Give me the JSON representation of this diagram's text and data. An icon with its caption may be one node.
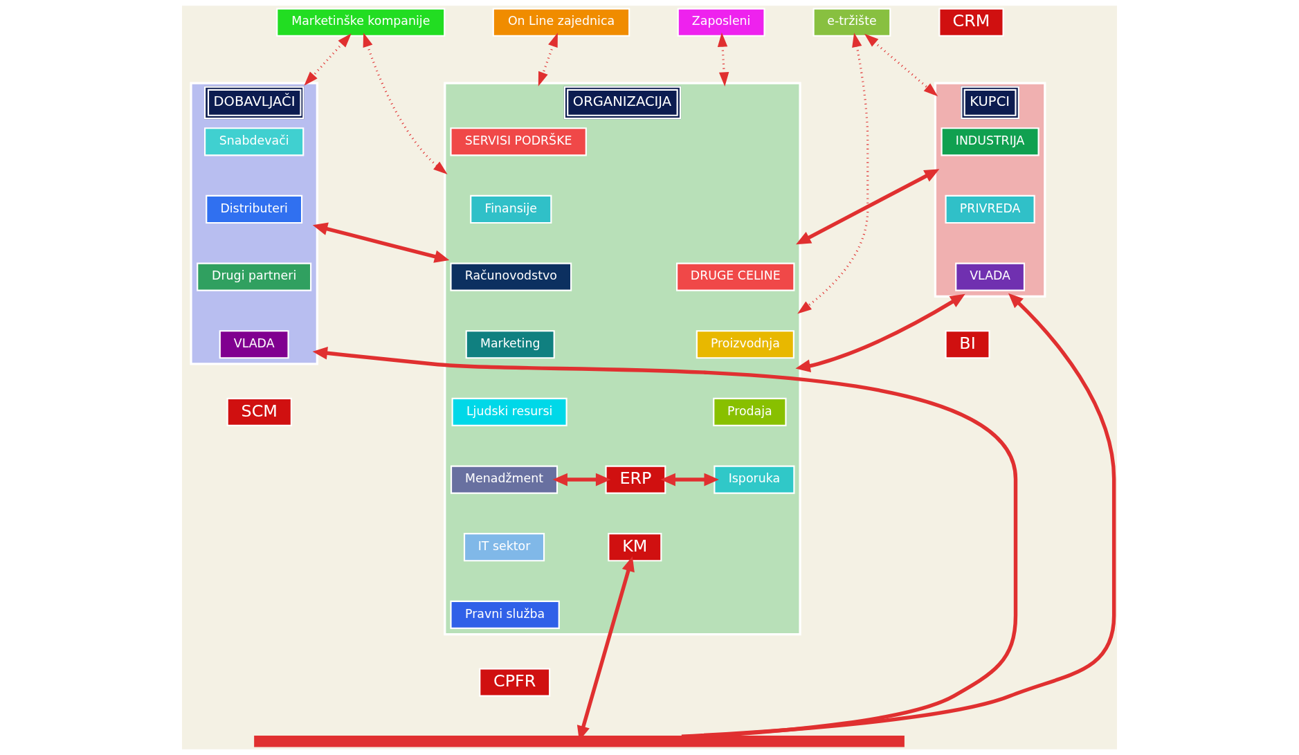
{
  "diagram": {
    "nodes": [
      {
        "text": [
          "Marketinške kompanije"
        ]
      },
      {
        "text": [
          "On Line zajednica"
        ]
      },
      {
        "text": [
          "Zaposleni"
        ]
      },
      {
        "text": [
          "e-tržište"
        ]
      },
      {
        "text": [
          "DOBAVLJAČI"
        ]
      },
      {
        "text": [
          "Snabdevači"
        ],
        "in": 4
      },
      {
        "text": [
          "Distributeri"
        ],
        "in": 4
      },
      {
        "text": [
          "Drugi partneri"
        ],
        "in": 4
      },
      {
        "text": [
          "VLADA"
        ],
        "in": 4
      },
      {
        "text": [
          "ORGANIZACIJA"
        ]
      },
      {
        "text": [
          "SERVISI PODRŠKE"
        ],
        "in": 9
      },
      {
        "text": [
          "Finansije"
        ],
        "in": 9
      },
      {
        "text": [
          "Računovodstvo"
        ],
        "in": 9
      },
      {
        "text": [
          "Marketing"
        ],
        "in": 9
      },
      {
        "text": [
          "Ljudski resursi"
        ],
        "in": 9
      },
      {
        "text": [
          "Menadžment"
        ],
        "in": 9
      },
      {
        "text": [
          "IT sektor"
        ],
        "in": 9
      },
      {
        "text": [
          "Pravni služba"
        ],
        "in": 9
      },
      {
        "text": [
          "ERP"
        ],
        "in": 9
      },
      {
        "text": [
          "DRUGE CELINE"
        ],
        "in": 9
      },
      {
        "text": [
          "Proizvodnja"
        ],
        "in": 9
      },
      {
        "text": [
          "Prodaja"
        ],
        "in": 9
      },
      {
        "text": [
          "Isporuka"
        ],
        "in": 9
      },
      {
        "text": [
          "KM"
        ],
        "in": 9
      },
      {
        "text": [
          "CRM"
        ]
      },
      {
        "text": [
          "KUPCI"
        ]
      },
      {
        "text": [
          "INDUSTRIJA"
        ],
        "in": 25
      },
      {
        "text": [
          "PRIVREDA"
        ],
        "in": 25
      },
      {
        "text": [
          "VLADA"
        ],
        "in": 25
      },
      {
        "text": [
          "SCM"
        ]
      },
      {
        "text": [
          "CPFR"
        ]
      },
      {
        "text": [
          "BI"
        ]
      },
      {
        "text": [],
        "shape": "bar"
      }
    ],
    "edges": [
      {
        "from": 0,
        "to": 4,
        "arrow": "both",
        "style": "dashed"
      },
      {
        "from": 0,
        "to": 9,
        "arrow": "both",
        "style": "dashed"
      },
      {
        "from": 1,
        "to": 9,
        "arrow": "both",
        "style": "dashed"
      },
      {
        "from": 2,
        "to": 9,
        "arrow": "both",
        "style": "dashed"
      },
      {
        "from": 3,
        "to": 9,
        "arrow": "both",
        "style": "dashed"
      },
      {
        "from": 3,
        "to": 25,
        "arrow": "both",
        "style": "dashed"
      },
      {
        "from": 9,
        "to": 25,
        "arrow": "both"
      },
      {
        "from": 15,
        "to": 18,
        "arrow": "both"
      },
      {
        "from": 18,
        "to": 22,
        "arrow": "both"
      },
      {
        "from": 4,
        "to": 9,
        "arrow": "both"
      },
      {
        "from": 9,
        "to": 25,
        "arrow": "both"
      },
      {
        "from": 23,
        "to": 32,
        "arrow": "both"
      },
      {
        "from": 32,
        "to": 4,
        "arrow": "to"
      },
      {
        "from": 32,
        "to": 25,
        "arrow": "to"
      }
    ]
  }
}
